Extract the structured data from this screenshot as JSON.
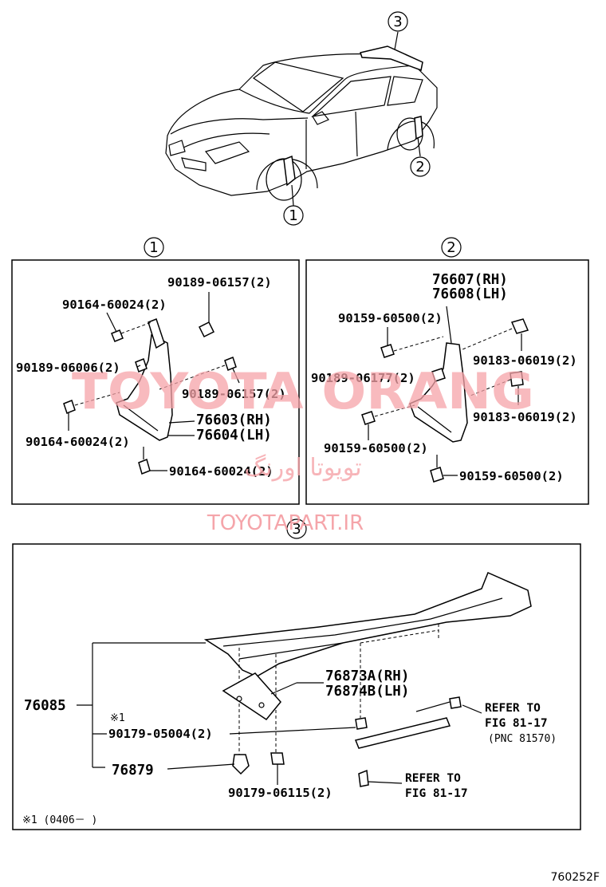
{
  "callouts": {
    "c1": "1",
    "c2": "2",
    "c3": "3"
  },
  "panel1": {
    "labels": {
      "p90189_06157_a": "90189-06157(2)",
      "p90164_60024_a": "90164-60024(2)",
      "p90189_06006": "90189-06006(2)",
      "p90189_06157_b": "90189-06157(2)",
      "p76603": "76603(RH)",
      "p76604": "76604(LH)",
      "p90164_60024_b": "90164-60024(2)",
      "p90164_60024_c": "90164-60024(2)"
    }
  },
  "panel2": {
    "labels": {
      "p76607": "76607(RH)",
      "p76608": "76608(LH)",
      "p90159_60500_a": "90159-60500(2)",
      "p90183_06019_a": "90183-06019(2)",
      "p90189_06177": "90189-06177(2)",
      "p90183_06019_b": "90183-06019(2)",
      "p90159_60500_b": "90159-60500(2)",
      "p90159_60500_c": "90159-60500(2)"
    }
  },
  "panel3": {
    "labels": {
      "p76085": "76085",
      "note_mark": "※1",
      "p90179_05004": "90179-05004(2)",
      "p76879": "76879",
      "p76873a": "76873A(RH)",
      "p76874b": "76874B(LH)",
      "refer1_a": "REFER TO",
      "refer1_b": "FIG 81-17",
      "refer1_c": "(PNC 81570)",
      "p90179_06115": "90179-06115(2)",
      "refer2_a": "REFER TO",
      "refer2_b": "FIG 81-17",
      "footnote": "※1 (0406－   )"
    }
  },
  "watermark": {
    "brand": "TOYOTA ORANG",
    "persian": "تویوتا اورنگ",
    "url": "TOYOTAPART.IR"
  },
  "figure_code": "760252F",
  "colors": {
    "line": "#000000",
    "watermark": "#f5a3a8",
    "background": "#ffffff"
  }
}
